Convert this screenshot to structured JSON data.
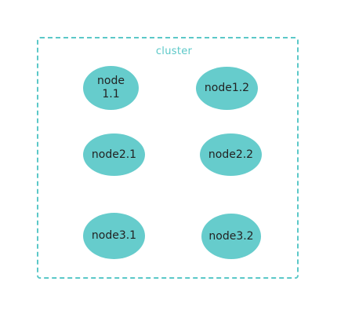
{
  "cluster": {
    "label": "cluster",
    "border_color": "#5bc8c8",
    "nodes": [
      {
        "label": "node1.1"
      },
      {
        "label": "node1.2"
      },
      {
        "label": "node2.1"
      },
      {
        "label": "node2.2"
      },
      {
        "label": "node3.1"
      },
      {
        "label": "node3.2"
      }
    ]
  },
  "colors": {
    "node_fill": "#66cccc",
    "text": "#222222"
  }
}
